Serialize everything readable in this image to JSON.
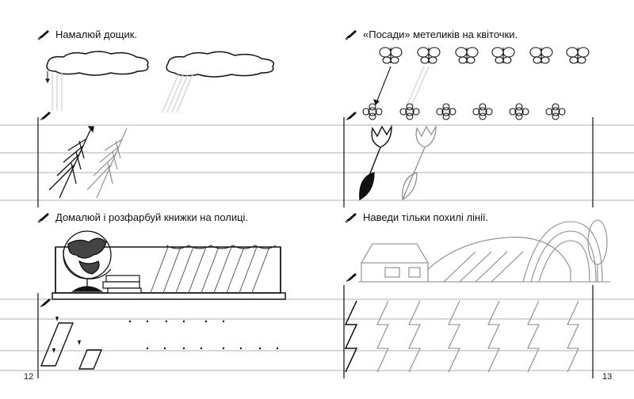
{
  "left_page": {
    "number": "12",
    "task1": {
      "text": "Намалюй дощик.",
      "icon": "pencil-icon"
    },
    "task2": {
      "text": "Домалюй і розфарбуй книжки на полиці.",
      "icon": "pencil-icon"
    }
  },
  "right_page": {
    "number": "13",
    "task1": {
      "text": "«Посади» метеликів на квіточки.",
      "icon": "pencil-icon"
    },
    "task2": {
      "text": "Наведи тільки похилі лінії.",
      "icon": "pencil-icon"
    }
  },
  "colors": {
    "ink": "#111111",
    "rule_line": "#b0b0b0",
    "trace": "#8a8a8a",
    "guide": "#cfcfcf"
  }
}
